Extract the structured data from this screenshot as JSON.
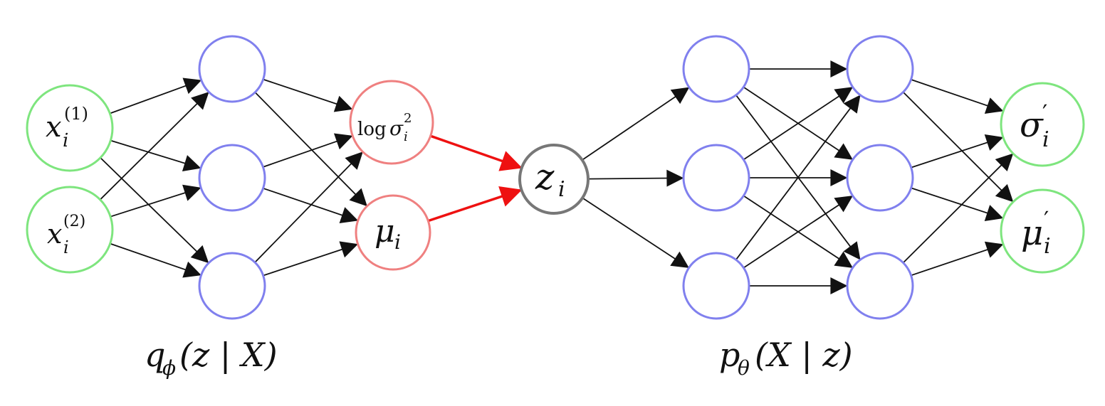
{
  "colors": {
    "input": "#7ee57e",
    "hidden": "#8080ee",
    "param": "#ef8080",
    "latent": "#777777",
    "output": "#7ee57e",
    "edge": "#111111",
    "sample_edge": "#ee1111"
  },
  "labels": {
    "x1_base": "x",
    "x1_sub": "i",
    "x1_sup": "(1)",
    "x2_base": "x",
    "x2_sub": "i",
    "x2_sup": "(2)",
    "logsigma_log": "log",
    "logsigma_base": "σ",
    "logsigma_sub": "i",
    "logsigma_sup": "2",
    "mu_base": "μ",
    "mu_sub": "i",
    "z_base": "z",
    "z_sub": "i",
    "sigma_out_base": "σ",
    "sigma_out_prime": "′",
    "sigma_out_sub": "i",
    "mu_out_base": "μ",
    "mu_out_prime": "′",
    "mu_out_sub": "i",
    "encoder": "qϕ(z | X)",
    "encoder_q": "q",
    "encoder_sub": "ϕ",
    "encoder_arg": "(z | X)",
    "decoder_p": "p",
    "decoder_sub": "θ",
    "decoder_arg": "(X | z)"
  },
  "nodes": [
    {
      "id": "x1",
      "kind": "input"
    },
    {
      "id": "x2",
      "kind": "input"
    },
    {
      "id": "h1a",
      "kind": "hidden"
    },
    {
      "id": "h1b",
      "kind": "hidden"
    },
    {
      "id": "h1c",
      "kind": "hidden"
    },
    {
      "id": "logsigma",
      "kind": "param"
    },
    {
      "id": "mu",
      "kind": "param"
    },
    {
      "id": "z",
      "kind": "latent"
    },
    {
      "id": "d1a",
      "kind": "hidden"
    },
    {
      "id": "d1b",
      "kind": "hidden"
    },
    {
      "id": "d1c",
      "kind": "hidden"
    },
    {
      "id": "d2a",
      "kind": "hidden"
    },
    {
      "id": "d2b",
      "kind": "hidden"
    },
    {
      "id": "d2c",
      "kind": "hidden"
    },
    {
      "id": "sigma_out",
      "kind": "output"
    },
    {
      "id": "mu_out",
      "kind": "output"
    }
  ],
  "edges": [
    [
      "x1",
      "h1a"
    ],
    [
      "x1",
      "h1b"
    ],
    [
      "x1",
      "h1c"
    ],
    [
      "x2",
      "h1a"
    ],
    [
      "x2",
      "h1b"
    ],
    [
      "x2",
      "h1c"
    ],
    [
      "h1a",
      "logsigma"
    ],
    [
      "h1a",
      "mu"
    ],
    [
      "h1b",
      "logsigma"
    ],
    [
      "h1b",
      "mu"
    ],
    [
      "h1c",
      "logsigma"
    ],
    [
      "h1c",
      "mu"
    ],
    [
      "z",
      "d1a"
    ],
    [
      "z",
      "d1b"
    ],
    [
      "z",
      "d1c"
    ],
    [
      "d1a",
      "d2a"
    ],
    [
      "d1a",
      "d2b"
    ],
    [
      "d1a",
      "d2c"
    ],
    [
      "d1b",
      "d2a"
    ],
    [
      "d1b",
      "d2b"
    ],
    [
      "d1b",
      "d2c"
    ],
    [
      "d1c",
      "d2a"
    ],
    [
      "d1c",
      "d2b"
    ],
    [
      "d1c",
      "d2c"
    ],
    [
      "d2a",
      "sigma_out"
    ],
    [
      "d2a",
      "mu_out"
    ],
    [
      "d2b",
      "sigma_out"
    ],
    [
      "d2b",
      "mu_out"
    ],
    [
      "d2c",
      "sigma_out"
    ],
    [
      "d2c",
      "mu_out"
    ]
  ],
  "sample_edges": [
    [
      "logsigma",
      "z"
    ],
    [
      "mu",
      "z"
    ]
  ]
}
